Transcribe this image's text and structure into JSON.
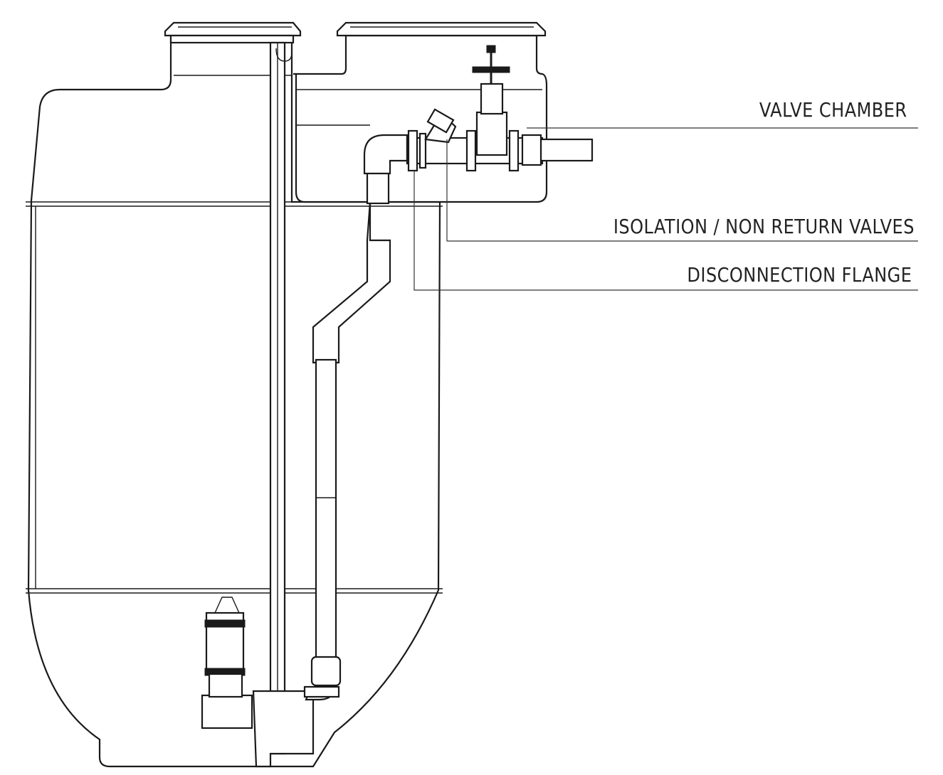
{
  "labels": {
    "valve_chamber": "VALVE CHAMBER",
    "isolation_valves": "ISOLATION / NON RETURN VALVES",
    "disconnection_flange": "DISCONNECTION FLANGE"
  },
  "colors": {
    "line": "#1a1a1a",
    "background": "#ffffff"
  }
}
